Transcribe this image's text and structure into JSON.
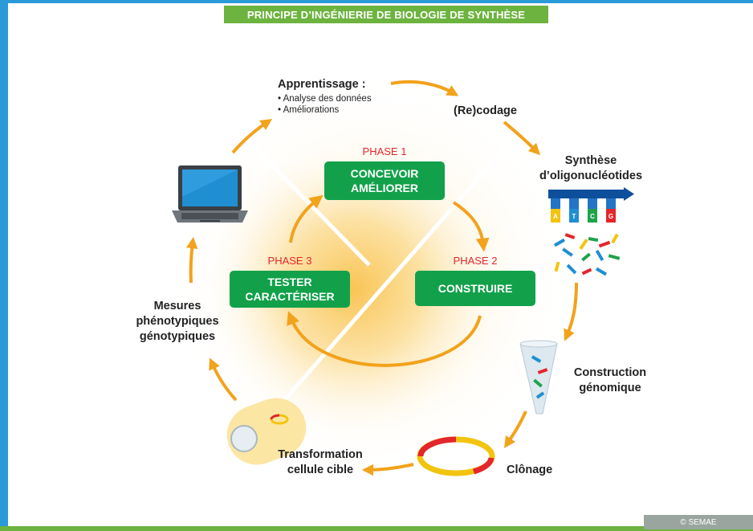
{
  "title": "PRINCIPE D’INGÉNIERIE DE BIOLOGIE DE SYNTHÈSE",
  "colors": {
    "frame_blue": "#2a9ad8",
    "title_green": "#6db33f",
    "phase_green": "#12a14a",
    "phase_red": "#e3262c",
    "arrow_orange": "#f2a21b",
    "glow_yellow": "#fbe3a6",
    "credit_grey": "#9aa5a0"
  },
  "phases": [
    {
      "label": "PHASE 1",
      "lines": [
        "CONCEVOIR",
        "AMÉLIORER"
      ]
    },
    {
      "label": "PHASE 2",
      "lines": [
        "CONSTRUIRE"
      ]
    },
    {
      "label": "PHASE 3",
      "lines": [
        "TESTER",
        "CARACTÉRISER"
      ]
    }
  ],
  "steps": {
    "apprentissage": {
      "title": "Apprentissage :",
      "bullets": [
        "Analyse des données",
        "Améliorations"
      ]
    },
    "recodage": "(Re)codage",
    "synthese": [
      "Synthèse",
      "d’oligonucléotides"
    ],
    "oligo_letters": [
      "A",
      "T",
      "C",
      "G"
    ],
    "construction": [
      "Construction",
      "génomique"
    ],
    "clonage": "Clônage",
    "transformation": [
      "Transformation",
      "cellule cible"
    ],
    "mesures": [
      "Mesures",
      "phénotypiques",
      "génotypiques"
    ]
  },
  "icons": [
    "laptop-icon",
    "oligonucleotide-comb-icon",
    "dna-fragments-icon",
    "test-tube-icon",
    "plasmid-ring-icon",
    "target-cell-icon"
  ],
  "credit": "© SEMAE"
}
